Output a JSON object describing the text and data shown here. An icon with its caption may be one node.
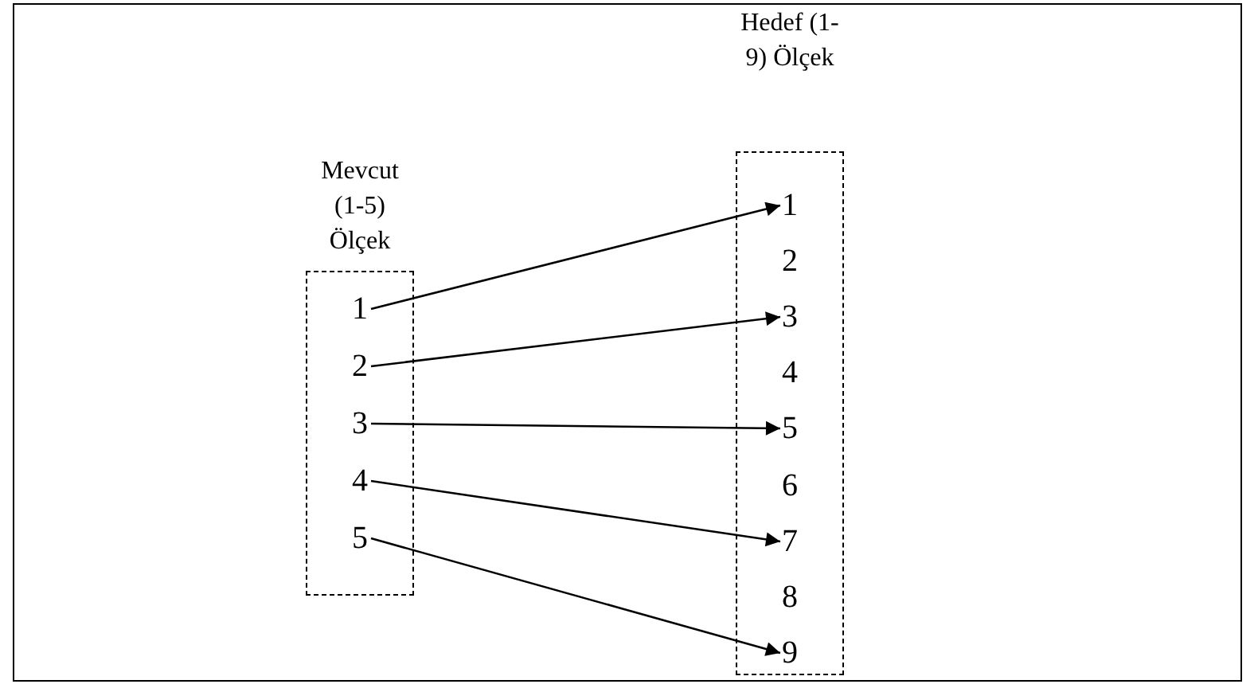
{
  "diagram": {
    "nodes": [
      {
        "text": [
          "Mevcut (1-5) Ölçek"
        ]
      },
      {
        "text": [
          "1"
        ],
        "in": 0
      },
      {
        "text": [
          "2"
        ],
        "in": 0
      },
      {
        "text": [
          "3"
        ],
        "in": 0
      },
      {
        "text": [
          "4"
        ],
        "in": 0
      },
      {
        "text": [
          "5"
        ],
        "in": 0
      },
      {
        "text": [
          "Hedef (1-9) Ölçek"
        ]
      },
      {
        "text": [
          "1"
        ],
        "in": 6
      },
      {
        "text": [
          "2"
        ],
        "in": 6
      },
      {
        "text": [
          "3"
        ],
        "in": 6
      },
      {
        "text": [
          "4"
        ],
        "in": 6
      },
      {
        "text": [
          "5"
        ],
        "in": 6
      },
      {
        "text": [
          "6"
        ],
        "in": 6
      },
      {
        "text": [
          "7"
        ],
        "in": 6
      },
      {
        "text": [
          "8"
        ],
        "in": 6
      },
      {
        "text": [
          "9"
        ],
        "in": 6
      }
    ],
    "edges": [
      {
        "from": 1,
        "to": 7,
        "arrow": "to"
      },
      {
        "from": 2,
        "to": 9,
        "arrow": "to"
      },
      {
        "from": 3,
        "to": 11,
        "arrow": "to"
      },
      {
        "from": 4,
        "to": 13,
        "arrow": "to"
      },
      {
        "from": 5,
        "to": 15,
        "arrow": "to"
      }
    ]
  }
}
